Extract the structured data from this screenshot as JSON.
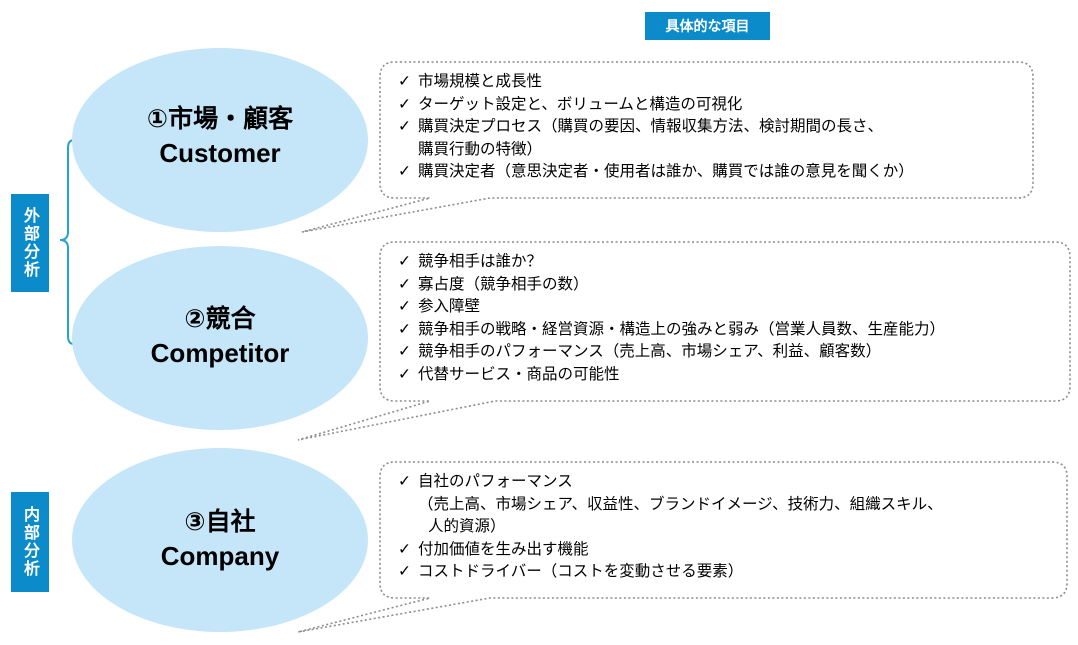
{
  "header_tag": "具体的な項目",
  "side_labels": {
    "external": "外部分析",
    "internal": "内部分析"
  },
  "sections": [
    {
      "title_jp": "①市場・顧客",
      "title_en": "Customer",
      "items": [
        {
          "text": "市場規模と成長性"
        },
        {
          "text": "ターゲット設定と、ボリュームと構造の可視化"
        },
        {
          "text": "購買決定プロセス（購買の要因、情報収集方法、検討期間の長さ、",
          "cont": "購買行動の特徴）"
        },
        {
          "text": "購買決定者（意思決定者・使用者は誰か、購買では誰の意見を聞くか）"
        }
      ]
    },
    {
      "title_jp": "②競合",
      "title_en": "Competitor",
      "items": [
        {
          "text": "競争相手は誰か？"
        },
        {
          "text": "寡占度（競争相手の数）"
        },
        {
          "text": "参入障壁"
        },
        {
          "text": "競争相手の戦略・経営資源・構造上の強みと弱み（営業人員数、生産能力）"
        },
        {
          "text": "競争相手のパフォーマンス（売上高、市場シェア、利益、顧客数）"
        },
        {
          "text": "代替サービス・商品の可能性"
        }
      ]
    },
    {
      "title_jp": "③自社",
      "title_en": "Company",
      "items": [
        {
          "text": "自社のパフォーマンス",
          "cont": "（売上高、市場シェア、収益性、ブランドイメージ、技術力、組織スキル、",
          "cont2": "人的資源）"
        },
        {
          "text": "付加価値を生み出す機能"
        },
        {
          "text": "コストドライバー（コストを変動させる要素）"
        }
      ]
    }
  ],
  "colors": {
    "ellipse_fill": "#c5e6f8",
    "accent": "#0b8bc9",
    "bracket": "#2aa1c9",
    "bubble_border": "#8c8c8c"
  },
  "icons": {
    "check": "✓"
  }
}
